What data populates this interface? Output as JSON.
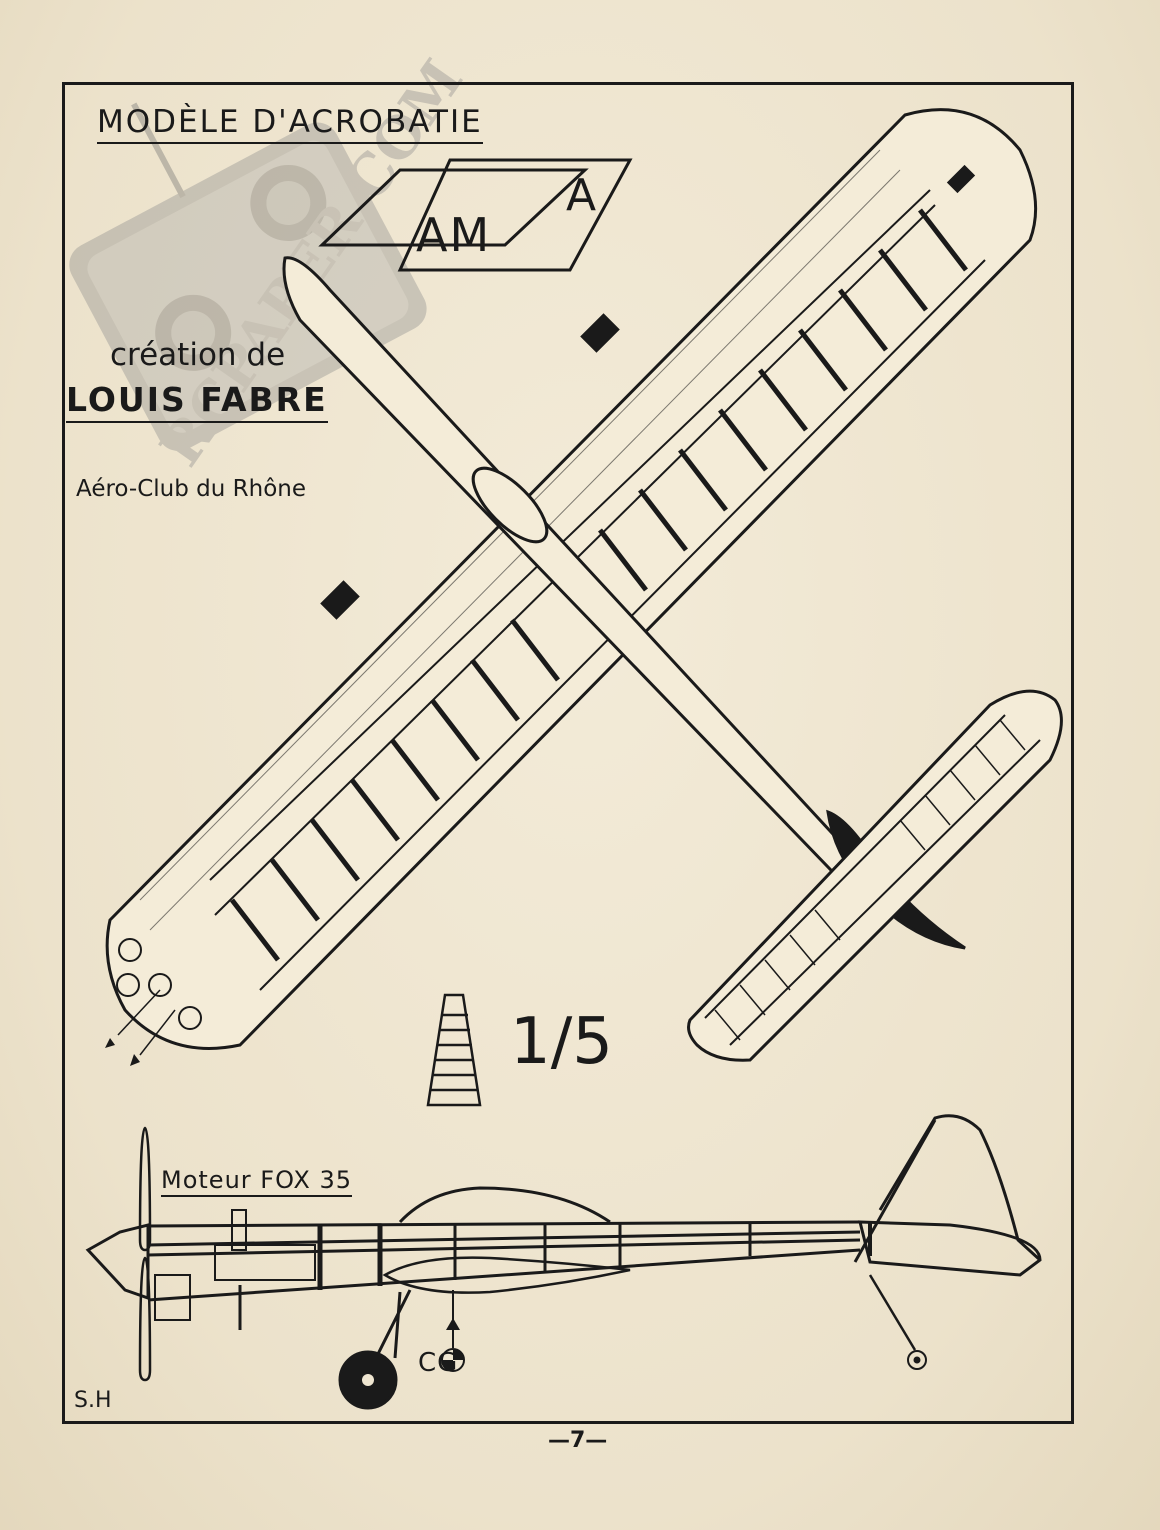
{
  "plan": {
    "title": "MODÈLE D'ACROBATIE",
    "logo_letter": "A",
    "logo_text": "AM",
    "creation_label": "création de",
    "designer": "LOUIS FABRE",
    "club": "Aéro-Club du Rhône",
    "engine": "Moteur FOX 35",
    "scale": "1/5",
    "cog_label": "CG",
    "initials": "S.H",
    "page_number": "—7—"
  },
  "watermark": {
    "text": "RCPAPER.COM",
    "icon": "rc-transmitter-icon"
  },
  "colors": {
    "paper": "#efe6d1",
    "ink": "#1a1a1a"
  }
}
